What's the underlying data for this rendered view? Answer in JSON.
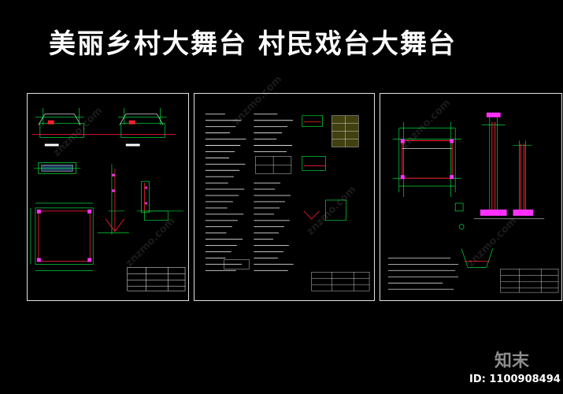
{
  "title": "美丽乡村大舞台  村民戏台大舞台",
  "watermark": "znzmo.com",
  "brand": "知末",
  "image_id": "ID: 1100908494",
  "colors": {
    "background": "#000000",
    "frame": "#e0e0e0",
    "line_green": "#00ff44",
    "line_red": "#ff2030",
    "line_magenta": "#ff30ff",
    "line_white": "#ffffff",
    "line_yellow": "#ffff40"
  }
}
